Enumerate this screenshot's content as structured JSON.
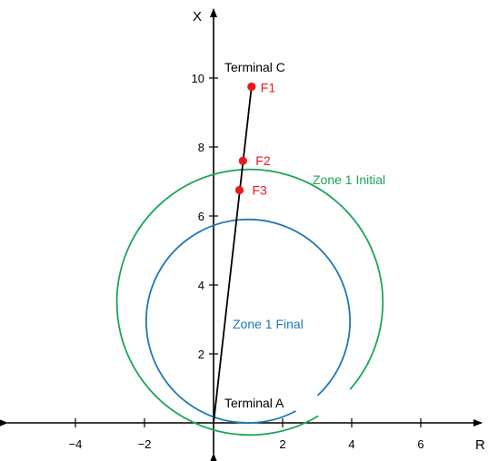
{
  "chart_data": {
    "type": "diagram",
    "axes": {
      "x_axis_label": "R",
      "y_axis_label": "X",
      "x_ticks": [
        -4,
        -2,
        2,
        4,
        6
      ],
      "y_ticks": [
        2,
        4,
        6,
        8,
        10
      ],
      "x_range": [
        -6.1,
        7.9
      ],
      "y_range": [
        -0.9,
        12.0
      ]
    },
    "terminals": [
      {
        "id": "terminal-a",
        "label": "Terminal A",
        "r": 0,
        "x": 0
      },
      {
        "id": "terminal-c",
        "label": "Terminal C",
        "r": 1.1,
        "x": 9.75
      }
    ],
    "faults": [
      {
        "label": "F1",
        "r": 1.1,
        "x": 9.75
      },
      {
        "label": "F2",
        "r": 0.85,
        "x": 7.6
      },
      {
        "label": "F3",
        "r": 0.75,
        "x": 6.75
      }
    ],
    "zones": [
      {
        "label": "Zone 1 Initial",
        "color": "#1aa55a",
        "center_r": 1.05,
        "center_x": 3.5,
        "radius": 3.85,
        "gap_start_deg": -59,
        "gap_end_deg": -41
      },
      {
        "label": "Zone 1 Final",
        "color": "#1f78b4",
        "center_r": 1.0,
        "center_x": 2.95,
        "radius": 2.95,
        "gap_start_deg": -62,
        "gap_end_deg": -47
      }
    ],
    "colors": {
      "fault": "#e8191c",
      "line": "#000000",
      "axis": "#000000"
    }
  }
}
